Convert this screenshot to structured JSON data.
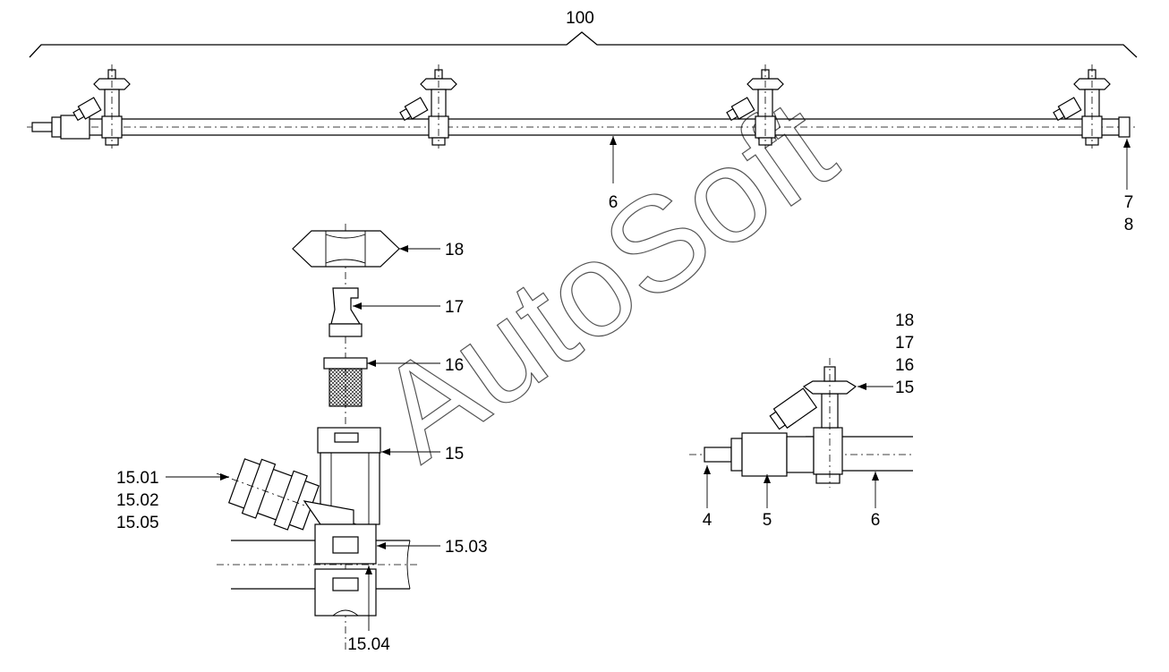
{
  "labels": {
    "assembly": "100",
    "pipe_top": "6",
    "end_7": "7",
    "end_8": "8",
    "p18": "18",
    "p17": "17",
    "p16": "16",
    "p15": "15",
    "p1501": "15.01",
    "p1502": "15.02",
    "p1505": "15.05",
    "p1503": "15.03",
    "p1504": "15.04",
    "r18": "18",
    "r17": "17",
    "r16": "16",
    "r15": "15",
    "r4": "4",
    "r5": "5",
    "r6": "6"
  },
  "watermark": "AutoSoft",
  "nozzle_positions": [
    125,
    490,
    855,
    1220
  ]
}
